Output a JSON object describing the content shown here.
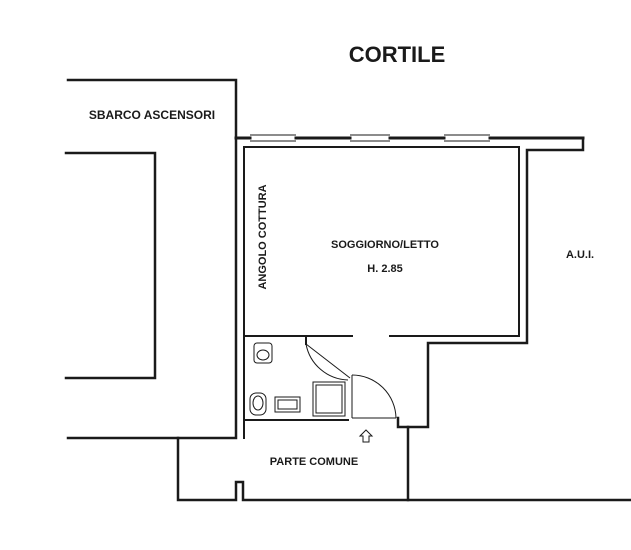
{
  "labels": {
    "courtyard": "CORTILE",
    "elevator_landing": "SBARCO ASCENSORI",
    "kitchenette": "ANGOLO COTTURA",
    "living_room": "SOGGIORNO/LETTO",
    "ceiling_height": "H. 2.85",
    "other_unit": "A.U.I.",
    "common_area": "PARTE COMUNE"
  },
  "colors": {
    "ink": "#1a1a1a",
    "paper": "#ffffff"
  },
  "icons": {
    "entrance": "up-arrow-icon"
  }
}
